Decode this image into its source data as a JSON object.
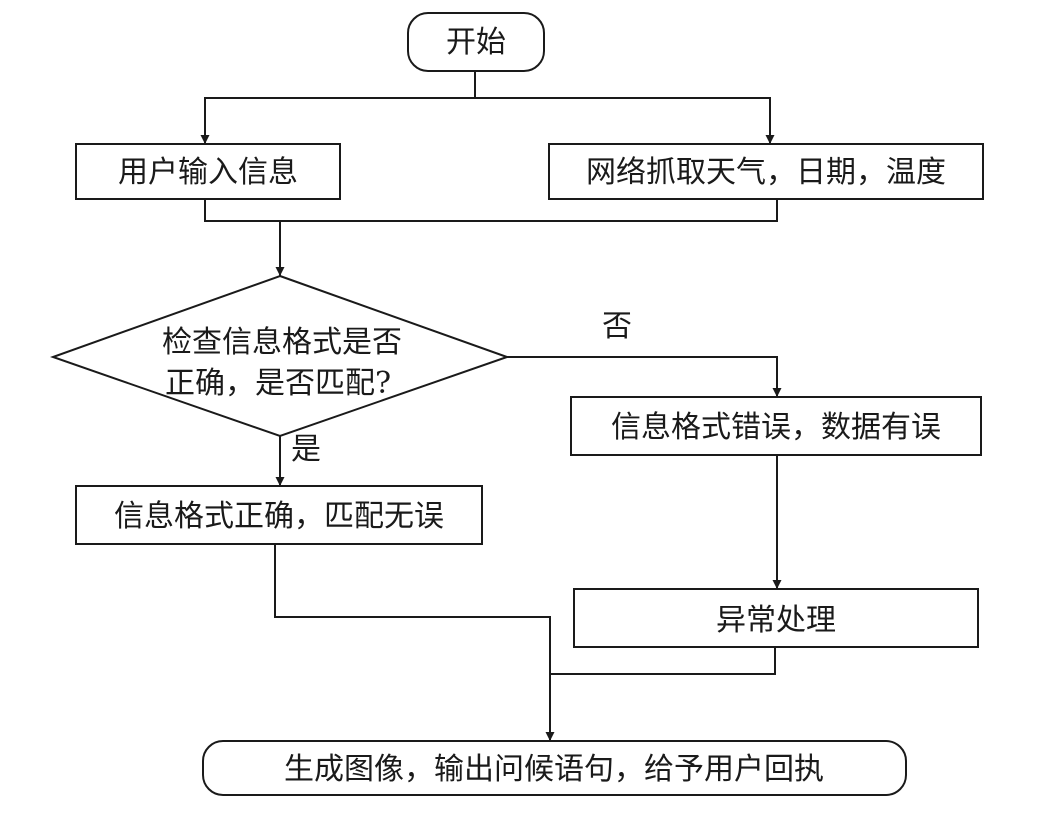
{
  "flowchart": {
    "start": "开始",
    "user_input": "用户输入信息",
    "fetch_weather": "网络抓取天气，日期，温度",
    "check_line1": "检查信息格式是否",
    "check_line2": "正确，是否匹配?",
    "branch_no": "否",
    "branch_yes": "是",
    "format_error": "信息格式错误，数据有误",
    "format_ok": "信息格式正确，匹配无误",
    "exception": "异常处理",
    "output": "生成图像，输出问候语句，给予用户回执"
  }
}
